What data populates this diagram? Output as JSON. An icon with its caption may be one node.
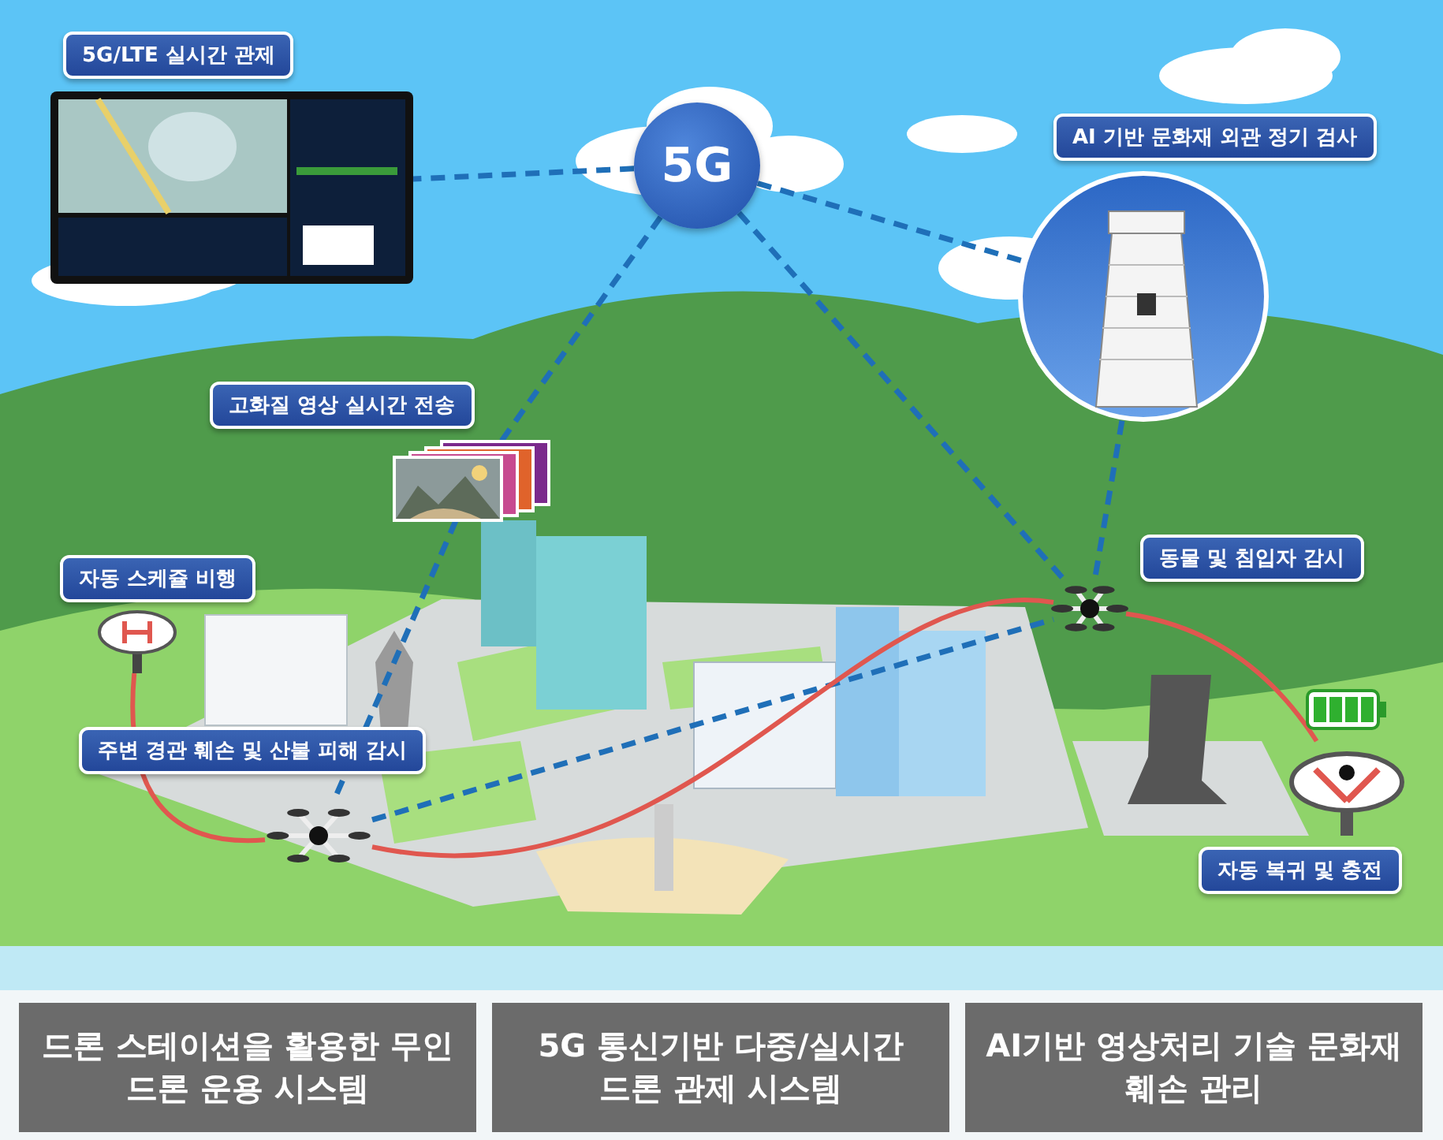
{
  "diagram": {
    "nodes": [
      {
        "text": [],
        "shape": "picture",
        "beside": [
          "5G/LTE 실시간 관제"
        ]
      },
      {
        "text": [
          "5G"
        ]
      },
      {
        "text": [],
        "shape": "picture",
        "beside": [
          "AI 기반 문화재 외관 정기 검사"
        ]
      },
      {
        "text": [],
        "shape": "picture",
        "beside": [
          "고화질 영상 실시간 전송"
        ]
      },
      {
        "text": [],
        "shape": "picture",
        "beside": [
          "자동 스케쥴 비행"
        ]
      },
      {
        "text": [],
        "shape": "picture",
        "beside": [
          "동물 및 침입자 감시"
        ]
      },
      {
        "text": [],
        "shape": "picture",
        "beside": [
          "주변 경관 훼손 및 산불 피해 감시"
        ]
      },
      {
        "text": [],
        "shape": "picture",
        "beside": [
          "자동 복귀 및 충전"
        ]
      },
      {
        "text": [
          "드론 스테이션을 활용한 무인 드론 운용 시스템"
        ]
      },
      {
        "text": [
          "5G 통신기반 다중/실시간 드론 관제 시스템"
        ]
      },
      {
        "text": [
          "AI기반 영상처리 기술 문화재 훼손 관리"
        ]
      }
    ],
    "edges": [
      {
        "from": 1,
        "to": 0,
        "arrow": "none",
        "style": "dashed"
      },
      {
        "from": 1,
        "to": 2,
        "arrow": "none",
        "style": "dashed"
      },
      {
        "from": 1,
        "to": 3,
        "arrow": "none",
        "style": "dashed"
      },
      {
        "from": 3,
        "to": 6,
        "arrow": "none",
        "style": "dashed"
      },
      {
        "from": 1,
        "to": 5,
        "arrow": "none",
        "style": "dashed"
      },
      {
        "from": 2,
        "to": 5,
        "arrow": "none",
        "style": "dashed"
      },
      {
        "from": 6,
        "to": 5,
        "arrow": "none",
        "style": "dashed"
      },
      {
        "from": 4,
        "to": 6,
        "arrow": "none",
        "color": "#e0574f"
      },
      {
        "from": 6,
        "to": 5,
        "arrow": "none",
        "color": "#e0574f"
      },
      {
        "from": 5,
        "to": 7,
        "arrow": "none",
        "color": "#e0574f"
      }
    ]
  }
}
